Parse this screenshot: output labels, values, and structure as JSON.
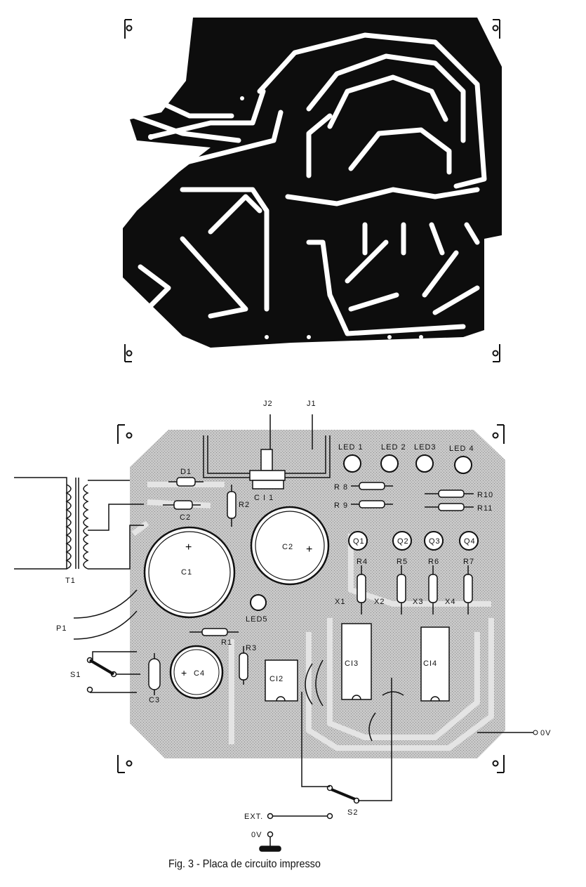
{
  "figure": {
    "caption": "Fig. 3 - Placa de circuito impresso",
    "labels": {
      "j2": "J2",
      "j1": "J1",
      "led1": "LED 1",
      "led2": "LED 2",
      "led3": "LED3",
      "led4": "LED 4",
      "led5": "LED5",
      "d1": "D1",
      "d2": "C2",
      "r2": "R2",
      "ci1": "C I 1",
      "r8": "R 8",
      "r9": "R 9",
      "r10": "R10",
      "r11": "R11",
      "c1": "C1",
      "c2": "C2",
      "q1": "Q1",
      "q2": "Q2",
      "q3": "Q3",
      "q4": "Q4",
      "r4": "R4",
      "r5": "R5",
      "r6": "R6",
      "r7": "R7",
      "x1": "X1",
      "x2": "X2",
      "x3": "X3",
      "x4": "X4",
      "t1": "T1",
      "p1": "P1",
      "r1": "R1",
      "r3": "R3",
      "s1": "S1",
      "c3": "C3",
      "c4": "C4",
      "ci2": "CI2",
      "ci3": "CI3",
      "ci4": "CI4",
      "ov_right": "0V",
      "s2": "S2",
      "ext": "EXT.",
      "ov_bottom": "0V"
    }
  }
}
